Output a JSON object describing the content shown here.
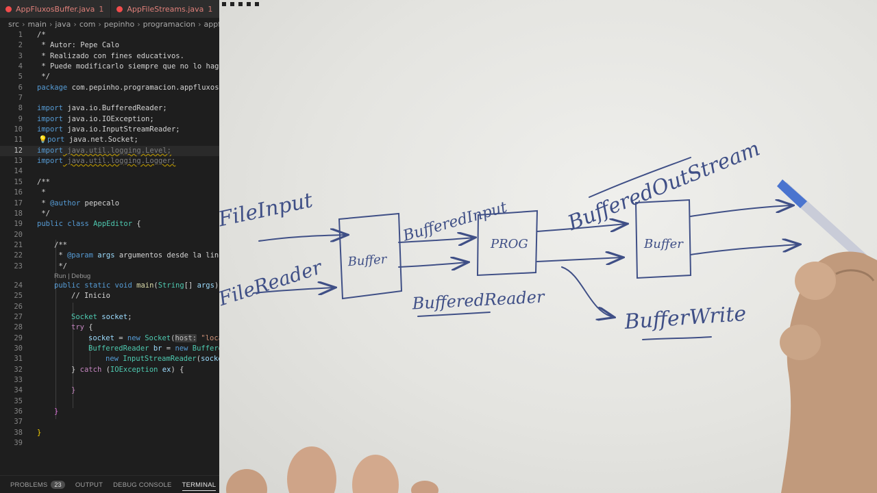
{
  "tabs": [
    {
      "label": "AppFluxosBuffer.java",
      "count": "1"
    },
    {
      "label": "AppFileStreams.java",
      "count": "1"
    }
  ],
  "breadcrumb": [
    "src",
    "main",
    "java",
    "com",
    "pepinho",
    "programacion",
    "appfluxos"
  ],
  "code": {
    "line_numbers": [
      "1",
      "2",
      "3",
      "4",
      "5",
      "6",
      "7",
      "8",
      "9",
      "10",
      "11",
      "12",
      "13",
      "14",
      "15",
      "16",
      "17",
      "18",
      "19",
      "20",
      "21",
      "22",
      "23",
      "24",
      "25",
      "26",
      "27",
      "28",
      "29",
      "30",
      "31",
      "32",
      "33",
      "34",
      "35",
      "36",
      "37",
      "38",
      "39"
    ],
    "codelens": "Run | Debug",
    "l1": "/*",
    "l2": " * Autor: Pepe Calo",
    "l3": " * Realizado con fines educativos.",
    "l4": " * Puede modificarlo siempre que no lo haga",
    "l5": " */",
    "l6_kw": "package",
    "l6_rest": " com.pepinho.programacion.appfluxos;",
    "l8_kw": "import",
    "l8_rest": " java.io.BufferedReader;",
    "l9_kw": "import",
    "l9_rest": " java.io.IOException;",
    "l10_kw": "import",
    "l10_rest": " java.io.InputStreamReader;",
    "l11_kw": "port",
    "l11_rest": " java.net.Socket;",
    "l12_kw": "import",
    "l12_rest": " java.util.logging.Level;",
    "l13_kw": "import",
    "l13_rest": " java.util.logging.Logger;",
    "l15": "/**",
    "l16": " *",
    "l17_a": " * ",
    "l17_tag": "@author",
    "l17_b": " pepecalo",
    "l18": " */",
    "l19_kw": "public class",
    "l19_cls": " AppEditor",
    "l19_rest": " {",
    "l21": "/**",
    "l22_a": " * ",
    "l22_tag": "@param",
    "l22_var": " args",
    "l22_b": " argumentos desde la line",
    "l23": " */",
    "l24_kw": "public static void",
    "l24_fn": " main",
    "l24_b": "(",
    "l24_ty": "String",
    "l24_c": "[] ",
    "l24_var": "args",
    "l24_d": ")",
    "l25": "// Inicio",
    "l27_ty": "Socket",
    "l27_var": " socket",
    "l27_b": ";",
    "l28_kw": "try",
    "l28_b": " {",
    "l29_var": "socket",
    "l29_b": " = ",
    "l29_kw": "new",
    "l29_ty": " Socket",
    "l29_c": "(",
    "l29_hint": "host:",
    "l29_str": " \"loca",
    "l30_ty": "BufferedReader",
    "l30_var": " br",
    "l30_b": " = ",
    "l30_kw": "new",
    "l30_ty2": " Buffere",
    "l31_kw": "new",
    "l31_ty": " InputStreamReader",
    "l31_b": "(",
    "l31_var": "socke",
    "l32_a": "} ",
    "l32_kw": "catch",
    "l32_b": " (",
    "l32_ty": "IOException",
    "l32_var": " ex",
    "l32_c": ") {",
    "l34": "}",
    "l36": "}",
    "l38": "}"
  },
  "panel": {
    "problems": "PROBLEMS",
    "problems_count": "23",
    "output": "OUTPUT",
    "debug_console": "DEBUG CONSOLE",
    "terminal": "TERMINAL"
  },
  "whiteboard": {
    "file_input": "FileInput",
    "file_reader": "FileReader",
    "buffer1": "Buffer",
    "buffered_input": "BufferedInput",
    "buffered_reader": "BufferedReader",
    "prog": "PROG",
    "buffered_out_stream": "BufferedOutStream",
    "buffer2": "Buffer",
    "buffer_write": "BufferWrite"
  }
}
